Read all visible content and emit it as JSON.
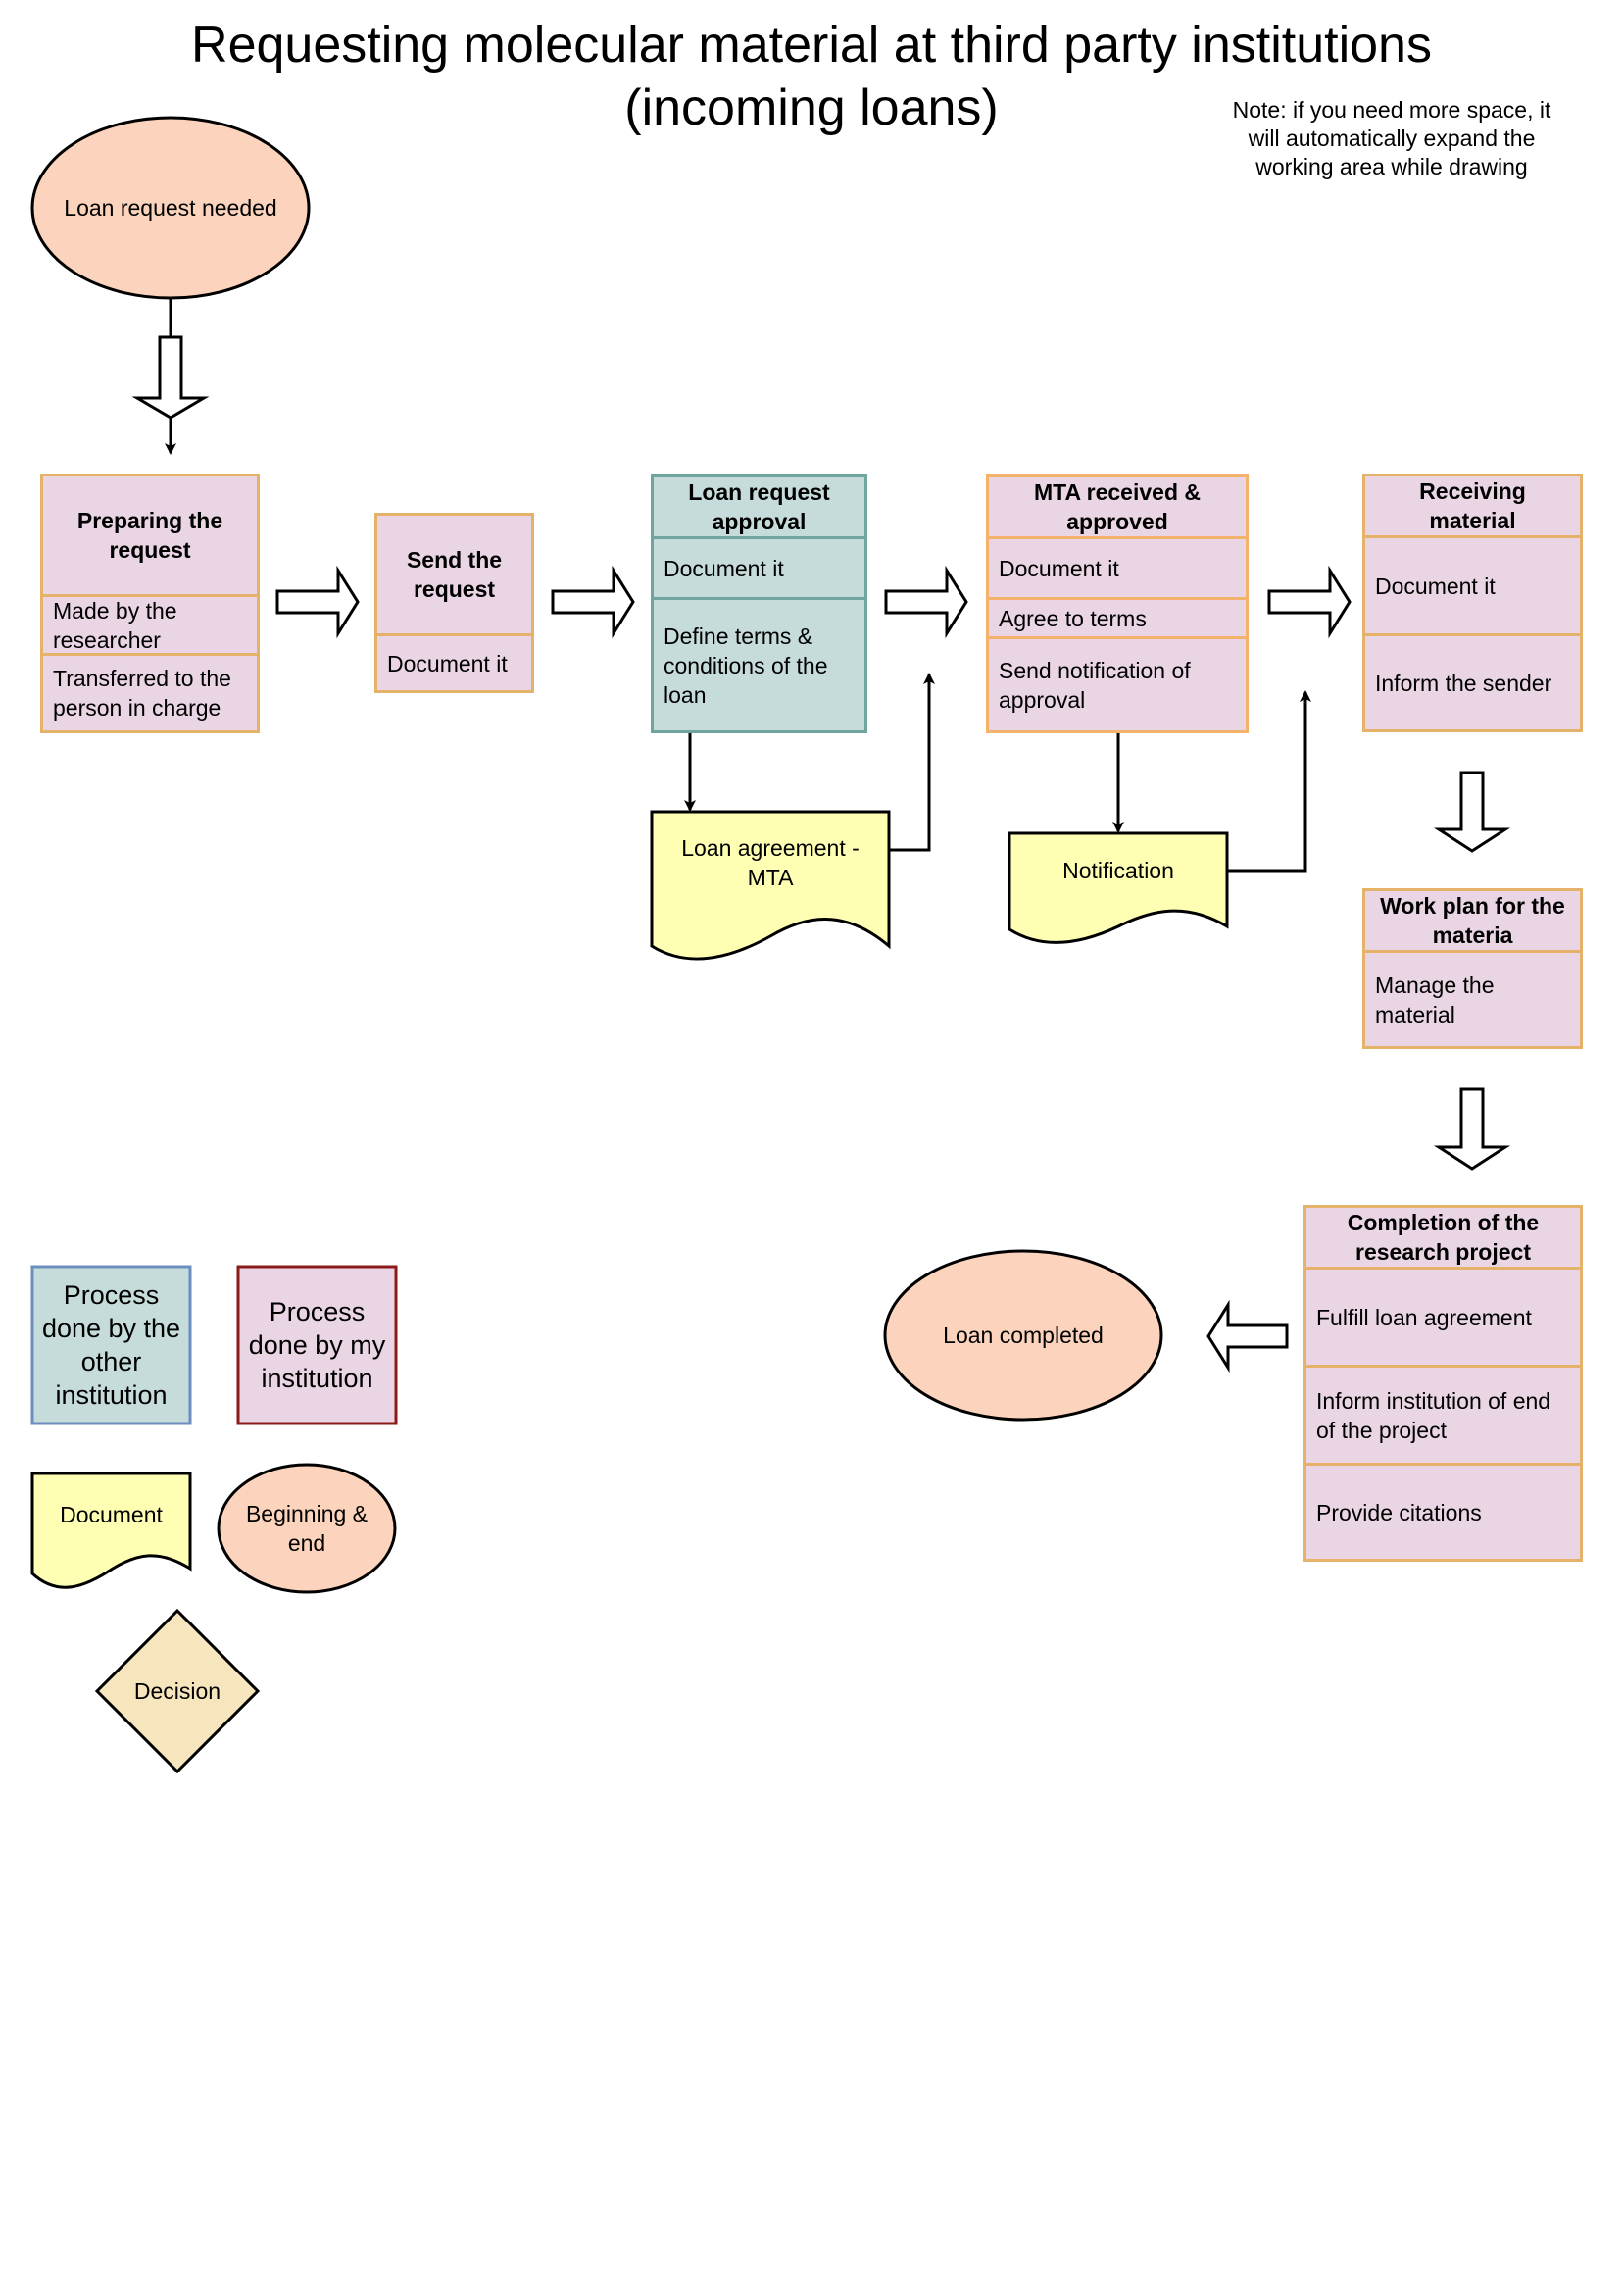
{
  "title": {
    "line1": "Requesting molecular material at third party institutions",
    "line2": "(incoming loans)"
  },
  "note": {
    "line1": "Note: if you need more space, it",
    "line2": "will automatically expand the",
    "line3": "working area while drawing"
  },
  "start": {
    "label": "Loan request needed"
  },
  "preparing": {
    "title": "Preparing the request",
    "items": [
      "Made by the researcher",
      "Transferred to the person in charge"
    ]
  },
  "send": {
    "title": "Send the request",
    "items": [
      "Document it"
    ]
  },
  "approval": {
    "title": "Loan request approval",
    "items": [
      "Document it",
      "Define terms & conditions of the loan"
    ]
  },
  "mta": {
    "title": "MTA received & approved",
    "items": [
      "Document it",
      "Agree to terms",
      "Send notification of approval"
    ]
  },
  "receiving": {
    "title": "Receiving material",
    "items": [
      "Document it",
      "Inform the sender"
    ]
  },
  "workplan": {
    "title": "Work plan for the materia",
    "items": [
      "Manage the material"
    ]
  },
  "completion": {
    "title": "Completion of the research project",
    "items": [
      "Fulfill loan agreement",
      "Inform institution of end of the project",
      "Provide citations"
    ]
  },
  "documents": {
    "loan_agreement": "Loan agreement - MTA",
    "notification": "Notification"
  },
  "end": {
    "label": "Loan completed"
  },
  "legend": {
    "other_institution": "Process done by the other institution",
    "my_institution": "Process done by my institution",
    "document": "Document",
    "begin_end": "Beginning & end",
    "decision": "Decision"
  },
  "colors": {
    "process_fill": "#e9d5e3",
    "process_border": "#e5b26a",
    "other_fill": "#c6dcdb",
    "other_border": "#6fa59c",
    "document_fill": "#ffffb4",
    "ellipse_fill": "#fcd4bd",
    "decision_fill": "#f7e6bd"
  }
}
